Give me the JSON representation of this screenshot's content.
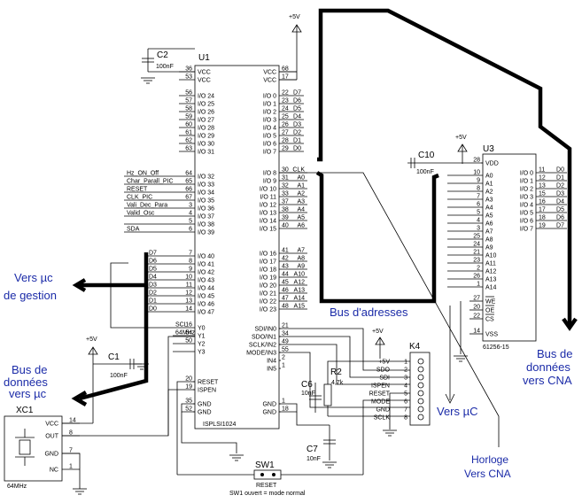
{
  "power": {
    "vcc": "+5V"
  },
  "u1": {
    "ref": "U1",
    "name": "ISPLSI1024",
    "vcc_pins": [
      {
        "num": "36",
        "label": "VCC"
      },
      {
        "num": "53",
        "label": "VCC"
      }
    ],
    "vcc_right": [
      {
        "num": "68",
        "label": "VCC"
      },
      {
        "num": "17",
        "label": "VCC"
      }
    ],
    "left_io": [
      {
        "num": "56",
        "label": "I/O 24"
      },
      {
        "num": "57",
        "label": "I/O 25"
      },
      {
        "num": "58",
        "label": "I/O 26"
      },
      {
        "num": "59",
        "label": "I/O 27"
      },
      {
        "num": "60",
        "label": "I/O 28"
      },
      {
        "num": "61",
        "label": "I/O 29"
      },
      {
        "num": "62",
        "label": "I/O 30"
      },
      {
        "num": "63",
        "label": "I/O 31"
      }
    ],
    "right_io": [
      {
        "num": "22",
        "label": "I/O 0",
        "net": "D7"
      },
      {
        "num": "23",
        "label": "I/O 1",
        "net": "D6"
      },
      {
        "num": "24",
        "label": "I/O 2",
        "net": "D5"
      },
      {
        "num": "25",
        "label": "I/O 3",
        "net": "D4"
      },
      {
        "num": "26",
        "label": "I/O 4",
        "net": "D3"
      },
      {
        "num": "27",
        "label": "I/O 5",
        "net": "D2"
      },
      {
        "num": "28",
        "label": "I/O 6",
        "net": "D1"
      },
      {
        "num": "29",
        "label": "I/O 7",
        "net": "D0"
      }
    ],
    "left_ctrl": [
      {
        "num": "64",
        "label": "I/O 32",
        "net": "Hz_ON_Off"
      },
      {
        "num": "65",
        "label": "I/O 33",
        "net": "Char_Parall_PIC"
      },
      {
        "num": "66",
        "label": "I/O 34",
        "net": "RESET"
      },
      {
        "num": "67",
        "label": "I/O 35",
        "net": "CLK_PIC"
      },
      {
        "num": "3",
        "label": "I/O 36",
        "net": "Vali_Dec_Para"
      },
      {
        "num": "4",
        "label": "I/O 37",
        "net": "Valid_Osc"
      },
      {
        "num": "5",
        "label": "I/O 38",
        "net": ""
      },
      {
        "num": "6",
        "label": "I/O 39",
        "net": "SDA"
      }
    ],
    "right_addr": [
      {
        "num": "30",
        "label": "I/O 8",
        "net": "CLK"
      },
      {
        "num": "31",
        "label": "I/O 9",
        "net": "A0"
      },
      {
        "num": "32",
        "label": "I/O 10",
        "net": "A1"
      },
      {
        "num": "33",
        "label": "I/O 11",
        "net": "A2"
      },
      {
        "num": "37",
        "label": "I/O 12",
        "net": "A3"
      },
      {
        "num": "38",
        "label": "I/O 13",
        "net": "A4"
      },
      {
        "num": "39",
        "label": "I/O 14",
        "net": "A5"
      },
      {
        "num": "40",
        "label": "I/O 15",
        "net": "A6"
      }
    ],
    "left_data": [
      {
        "num": "7",
        "label": "I/O 40",
        "net": "D7"
      },
      {
        "num": "8",
        "label": "I/O 41",
        "net": "D6"
      },
      {
        "num": "9",
        "label": "I/O 42",
        "net": "D5"
      },
      {
        "num": "10",
        "label": "I/O 43",
        "net": "D4"
      },
      {
        "num": "11",
        "label": "I/O 44",
        "net": "D3"
      },
      {
        "num": "12",
        "label": "I/O 45",
        "net": "D2"
      },
      {
        "num": "13",
        "label": "I/O 46",
        "net": "D1"
      },
      {
        "num": "14",
        "label": "I/O 47",
        "net": "D0"
      }
    ],
    "right_addr2": [
      {
        "num": "41",
        "label": "I/O 16",
        "net": "A7"
      },
      {
        "num": "42",
        "label": "I/O 17",
        "net": "A8"
      },
      {
        "num": "43",
        "label": "I/O 18",
        "net": "A9"
      },
      {
        "num": "44",
        "label": "I/O 19",
        "net": "A10"
      },
      {
        "num": "45",
        "label": "I/O 20",
        "net": "A12"
      },
      {
        "num": "46",
        "label": "I/O 21",
        "net": "A13"
      },
      {
        "num": "47",
        "label": "I/O 22",
        "net": "A14"
      },
      {
        "num": "48",
        "label": "I/O 23",
        "net": "A15"
      }
    ],
    "y_pins": [
      {
        "num": "16",
        "label": "Y0",
        "net": "SCL"
      },
      {
        "num": "54",
        "label": "Y1",
        "net": "64MHz"
      },
      {
        "num": "50",
        "label": "Y2",
        "net": ""
      },
      {
        "num": "",
        "label": "Y3",
        "net": ""
      }
    ],
    "isp_pins": [
      {
        "num": "21",
        "label": "SDI/IN0"
      },
      {
        "num": "34",
        "label": "SDO/IN1"
      },
      {
        "num": "49",
        "label": "SCLK/IN2"
      },
      {
        "num": "55",
        "label": "MODE/IN3"
      },
      {
        "num": "2",
        "label": "IN4"
      },
      {
        "num": "1",
        "label": "IN5"
      }
    ],
    "reset_pins": [
      {
        "num": "20",
        "label": "RESET"
      },
      {
        "num": "19",
        "label": "ISPEN"
      }
    ],
    "gnd_left": [
      {
        "num": "35",
        "label": "GND"
      },
      {
        "num": "52",
        "label": "GND"
      }
    ],
    "gnd_right": [
      {
        "num": "1",
        "label": "GND"
      },
      {
        "num": "18",
        "label": "GND"
      }
    ]
  },
  "u3": {
    "ref": "U3",
    "part": "61256-15",
    "top": {
      "num": "28",
      "label": "VDD"
    },
    "addr": [
      {
        "num": "10",
        "label": "A0"
      },
      {
        "num": "9",
        "label": "A1"
      },
      {
        "num": "8",
        "label": "A2"
      },
      {
        "num": "7",
        "label": "A3"
      },
      {
        "num": "6",
        "label": "A4"
      },
      {
        "num": "5",
        "label": "A5"
      },
      {
        "num": "4",
        "label": "A6"
      },
      {
        "num": "3",
        "label": "A7"
      },
      {
        "num": "25",
        "label": "A8"
      },
      {
        "num": "24",
        "label": "A9"
      },
      {
        "num": "21",
        "label": "A10"
      },
      {
        "num": "23",
        "label": "A11"
      },
      {
        "num": "2",
        "label": "A12"
      },
      {
        "num": "26",
        "label": "A13"
      },
      {
        "num": "1",
        "label": "A14"
      }
    ],
    "data": [
      {
        "num": "11",
        "label": "I/O 0",
        "net": "D0"
      },
      {
        "num": "12",
        "label": "I/O 1",
        "net": "D1"
      },
      {
        "num": "13",
        "label": "I/O 2",
        "net": "D2"
      },
      {
        "num": "15",
        "label": "I/O 3",
        "net": "D3"
      },
      {
        "num": "16",
        "label": "I/O 4",
        "net": "D4"
      },
      {
        "num": "17",
        "label": "I/O 5",
        "net": "D5"
      },
      {
        "num": "18",
        "label": "I/O 6",
        "net": "D6"
      },
      {
        "num": "19",
        "label": "I/O 7",
        "net": "D7"
      }
    ],
    "ctrl": [
      {
        "num": "27",
        "label": "WE"
      },
      {
        "num": "20",
        "label": "OE"
      },
      {
        "num": "22",
        "label": "CS"
      },
      {
        "num": "14",
        "label": "VSS"
      }
    ]
  },
  "k4": {
    "ref": "K4",
    "pins": [
      {
        "num": "1",
        "label": "+5V"
      },
      {
        "num": "2",
        "label": "SDO"
      },
      {
        "num": "3",
        "label": "SDI"
      },
      {
        "num": "4",
        "label": "ISPEN"
      },
      {
        "num": "5",
        "label": "RESET"
      },
      {
        "num": "6",
        "label": "MODE"
      },
      {
        "num": "7",
        "label": "GND"
      },
      {
        "num": "8",
        "label": "SCLK"
      }
    ]
  },
  "xc1": {
    "ref": "XC1",
    "freq": "64MHz",
    "pins": [
      {
        "num": "14",
        "label": "VCC"
      },
      {
        "num": "8",
        "label": "OUT"
      },
      {
        "num": "7",
        "label": "GND"
      },
      {
        "num": "1",
        "label": "NC"
      }
    ]
  },
  "caps": {
    "c2": {
      "ref": "C2",
      "value": "100nF"
    },
    "c10": {
      "ref": "C10",
      "value": "100nF"
    },
    "c1": {
      "ref": "C1",
      "value": "100nF"
    },
    "c6": {
      "ref": "C6",
      "value": "10nF"
    },
    "c7": {
      "ref": "C7",
      "value": "10nF"
    }
  },
  "r2": {
    "ref": "R2",
    "value": "4,7k"
  },
  "sw1": {
    "ref": "SW1",
    "label": "RESET",
    "note": "SW1 ouvert = mode normal"
  },
  "annotations": {
    "vers_uc_gestion_1": "Vers µc",
    "vers_uc_gestion_2": "de gestion",
    "bus_donnees_uc_1": "Bus de",
    "bus_donnees_uc_2": "données",
    "bus_donnees_uc_3": "vers µc",
    "bus_adresses": "Bus d'adresses",
    "vers_uc": "Vers µC",
    "bus_donnees_cna_1": "Bus de",
    "bus_donnees_cna_2": "données",
    "bus_donnees_cna_3": "vers CNA",
    "horloge_1": "Horloge",
    "horloge_2": "Vers CNA"
  }
}
